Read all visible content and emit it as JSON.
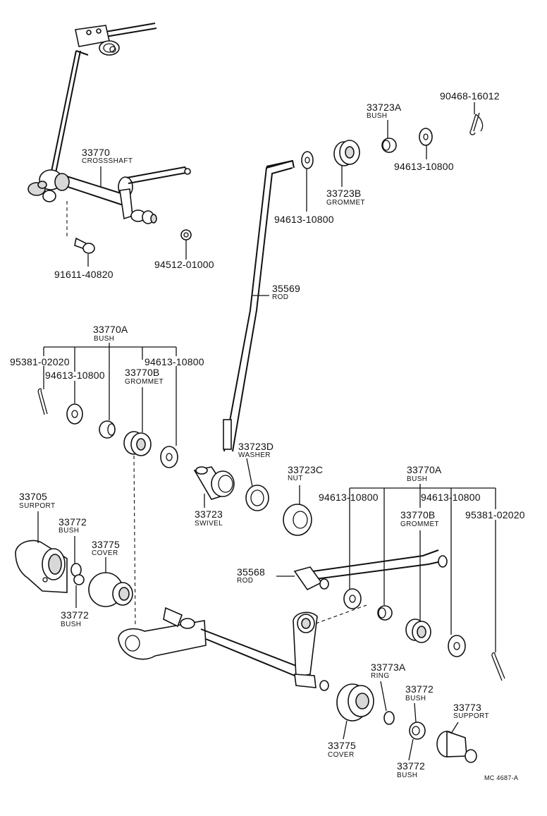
{
  "parts": {
    "p_90468": {
      "num": "90468-16012"
    },
    "p_33723A": {
      "num": "33723A",
      "name": "BUSH"
    },
    "p_94613_top_right": {
      "num": "94613-10800"
    },
    "p_33770": {
      "num": "33770",
      "name": "CROSSSHAFT"
    },
    "p_33723B": {
      "num": "33723B",
      "name": "GROMMET"
    },
    "p_94613_top_mid": {
      "num": "94613-10800"
    },
    "p_91611": {
      "num": "91611-40820"
    },
    "p_94512": {
      "num": "94512-01000"
    },
    "p_35569": {
      "num": "35569",
      "name": "ROD"
    },
    "p_33770A_left": {
      "num": "33770A",
      "name": "BUSH"
    },
    "p_95381_left": {
      "num": "95381-02020"
    },
    "p_94613_left_a": {
      "num": "94613-10800"
    },
    "p_94613_left_b": {
      "num": "94613-10800"
    },
    "p_33770B_left": {
      "num": "33770B",
      "name": "GROMMET"
    },
    "p_33723D": {
      "num": "33723D",
      "name": "WASHER"
    },
    "p_33723C": {
      "num": "33723C",
      "name": "NUT"
    },
    "p_33723": {
      "num": "33723",
      "name": "SWIVEL"
    },
    "p_33770A_right": {
      "num": "33770A",
      "name": "BUSH"
    },
    "p_94613_right_a": {
      "num": "94613-10800"
    },
    "p_94613_right_b": {
      "num": "94613-10800"
    },
    "p_95381_right": {
      "num": "95381-02020"
    },
    "p_33770B_right": {
      "num": "33770B",
      "name": "GROMMET"
    },
    "p_33705": {
      "num": "33705",
      "name": "SURPORT"
    },
    "p_33772_a": {
      "num": "33772",
      "name": "BUSH"
    },
    "p_33775_a": {
      "num": "33775",
      "name": "COVER"
    },
    "p_35568": {
      "num": "35568",
      "name": "ROD"
    },
    "p_33772_b": {
      "num": "33772",
      "name": "BUSH"
    },
    "p_33773A": {
      "num": "33773A",
      "name": "RING"
    },
    "p_33772_c": {
      "num": "33772",
      "name": "BUSH"
    },
    "p_33773": {
      "num": "33773",
      "name": "SUPPORT"
    },
    "p_33775_b": {
      "num": "33775",
      "name": "COVER"
    },
    "p_33772_d": {
      "num": "33772",
      "name": "BUSH"
    }
  },
  "footer_code": "MC 4687-A"
}
